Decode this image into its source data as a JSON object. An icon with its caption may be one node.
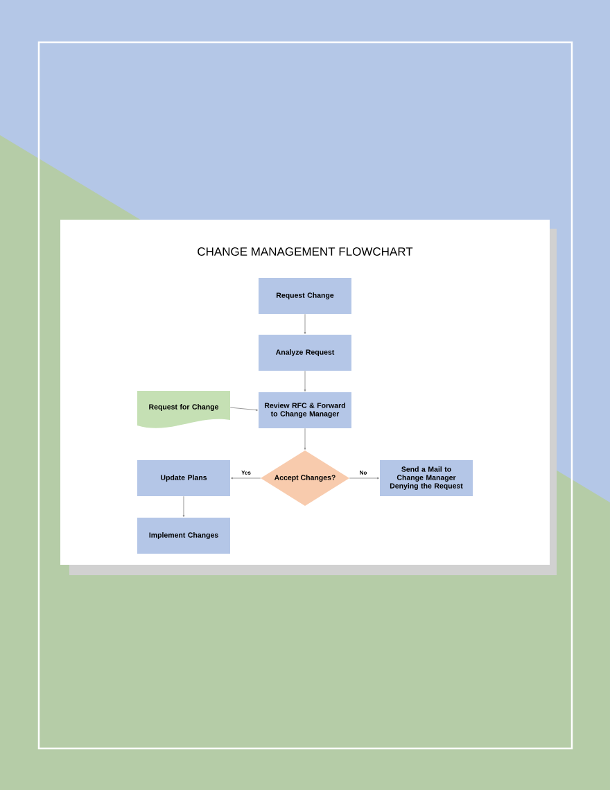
{
  "diagram": {
    "title": "CHANGE MANAGEMENT FLOWCHART",
    "nodes": [
      {
        "text": [
          "Request Change"
        ]
      },
      {
        "text": [
          "Analyze Request"
        ]
      },
      {
        "text": [
          "Request for Change"
        ]
      },
      {
        "text": [
          "Review RFC & Forward to Change Manager"
        ]
      },
      {
        "text": [
          "Accept Changes?"
        ]
      },
      {
        "text": [
          "Update Plans"
        ]
      },
      {
        "text": [
          "Send a Mail to Change Manager Denying the Request"
        ]
      },
      {
        "text": [
          "Implement Changes"
        ]
      }
    ],
    "edges": [
      {
        "from": 0,
        "to": 1,
        "arrow": "to"
      },
      {
        "from": 1,
        "to": 3,
        "arrow": "to"
      },
      {
        "from": 2,
        "to": 3,
        "arrow": "to"
      },
      {
        "from": 3,
        "to": 4,
        "arrow": "to"
      },
      {
        "from": 4,
        "to": 5,
        "arrow": "to",
        "label": "Yes"
      },
      {
        "from": 4,
        "to": 6,
        "arrow": "to",
        "label": "No"
      },
      {
        "from": 5,
        "to": 7,
        "arrow": "to"
      }
    ]
  }
}
